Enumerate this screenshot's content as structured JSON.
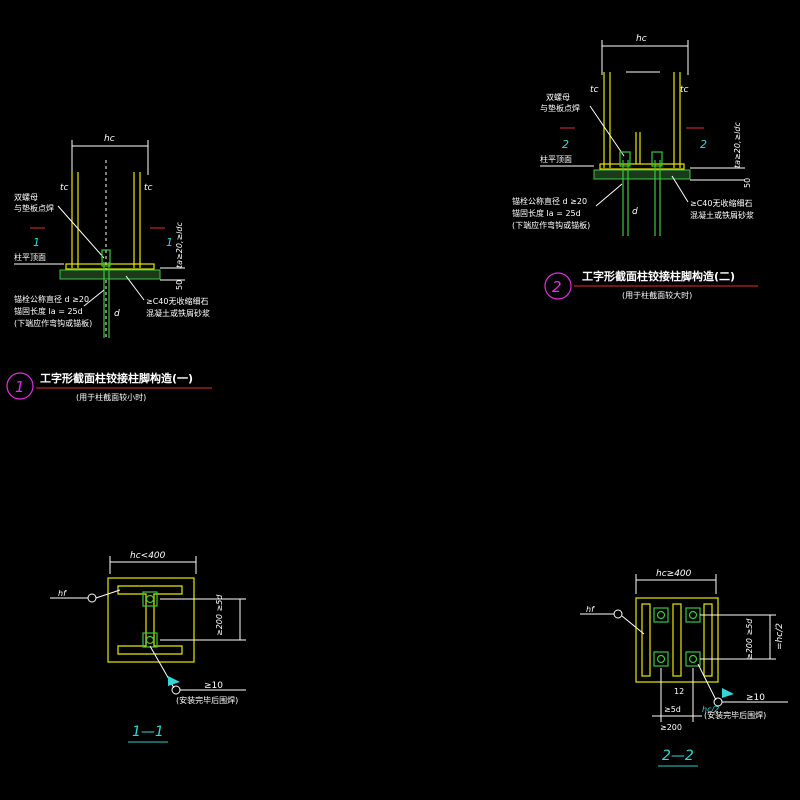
{
  "detail1": {
    "dim_width": "hc",
    "tc_left": "tc",
    "tc_right": "tc",
    "nut_note_1": "双螺母",
    "nut_note_2": "与垫板点焊",
    "mark_left": "1",
    "mark_right": "1",
    "ground_label": "柱平顶面",
    "depth_label": "ta≥20,≥ldc",
    "dim_50": "50",
    "bolt_line1": "锚栓公称直径 d ≥20",
    "bolt_line2": "锚固长度 la = 25d",
    "bolt_line3": "(下端应作弯钩或锚板)",
    "d_label": "d",
    "grout_line1": "≥C40无收缩细石",
    "grout_line2": "混凝土或铁屑砂浆",
    "circle_num": "1",
    "title": "工字形截面柱铰接柱脚构造(一)",
    "subtitle": "(用于柱截面较小时)"
  },
  "detail2": {
    "dim_width": "hc",
    "tc_left": "tc",
    "tc_right": "tc",
    "nut_note_1": "双螺母",
    "nut_note_2": "与垫板点焊",
    "mark_left": "2",
    "mark_right": "2",
    "ground_label": "柱平顶面",
    "depth_label": "ta≥20,≥ldc",
    "dim_50": "50",
    "bolt_line1": "锚栓公称直径 d ≥20",
    "bolt_line2": "锚固长度 la = 25d",
    "bolt_line3": "(下端应作弯钩或锚板)",
    "d_label": "d",
    "grout_line1": "≥C40无收缩细石",
    "grout_line2": "混凝土或铁屑砂浆",
    "circle_num": "2",
    "title": "工字形截面柱铰接柱脚构造(二)",
    "subtitle": "(用于柱截面较大时)"
  },
  "section1": {
    "dim_top": "hc<400",
    "weld_size": "hf",
    "dim_right": "≥200 ≥5d",
    "weld_note_size": "≥10",
    "weld_note": "(安装完毕后围焊)",
    "label": "1—1"
  },
  "section2": {
    "dim_top": "hc≥400",
    "weld_size": "hf",
    "dim_right": "≥200 ≥5d",
    "dim_right2": "=hc/2",
    "dim_bottom1": "12",
    "dim_bottom2": "≥5d",
    "dim_bottom3": "≥200",
    "dim_bottom4": "hc/2",
    "weld_note_size": "≥10",
    "weld_note": "(安装完毕后围焊)",
    "label": "2—2"
  },
  "colors": {
    "background": "#000000",
    "steel": "#e8e800",
    "bolt": "#3cc83c",
    "dimension": "#ffffff",
    "section_mark": "#e03030",
    "annotation": "#30d8d8",
    "callout_circle": "#e030e0"
  }
}
